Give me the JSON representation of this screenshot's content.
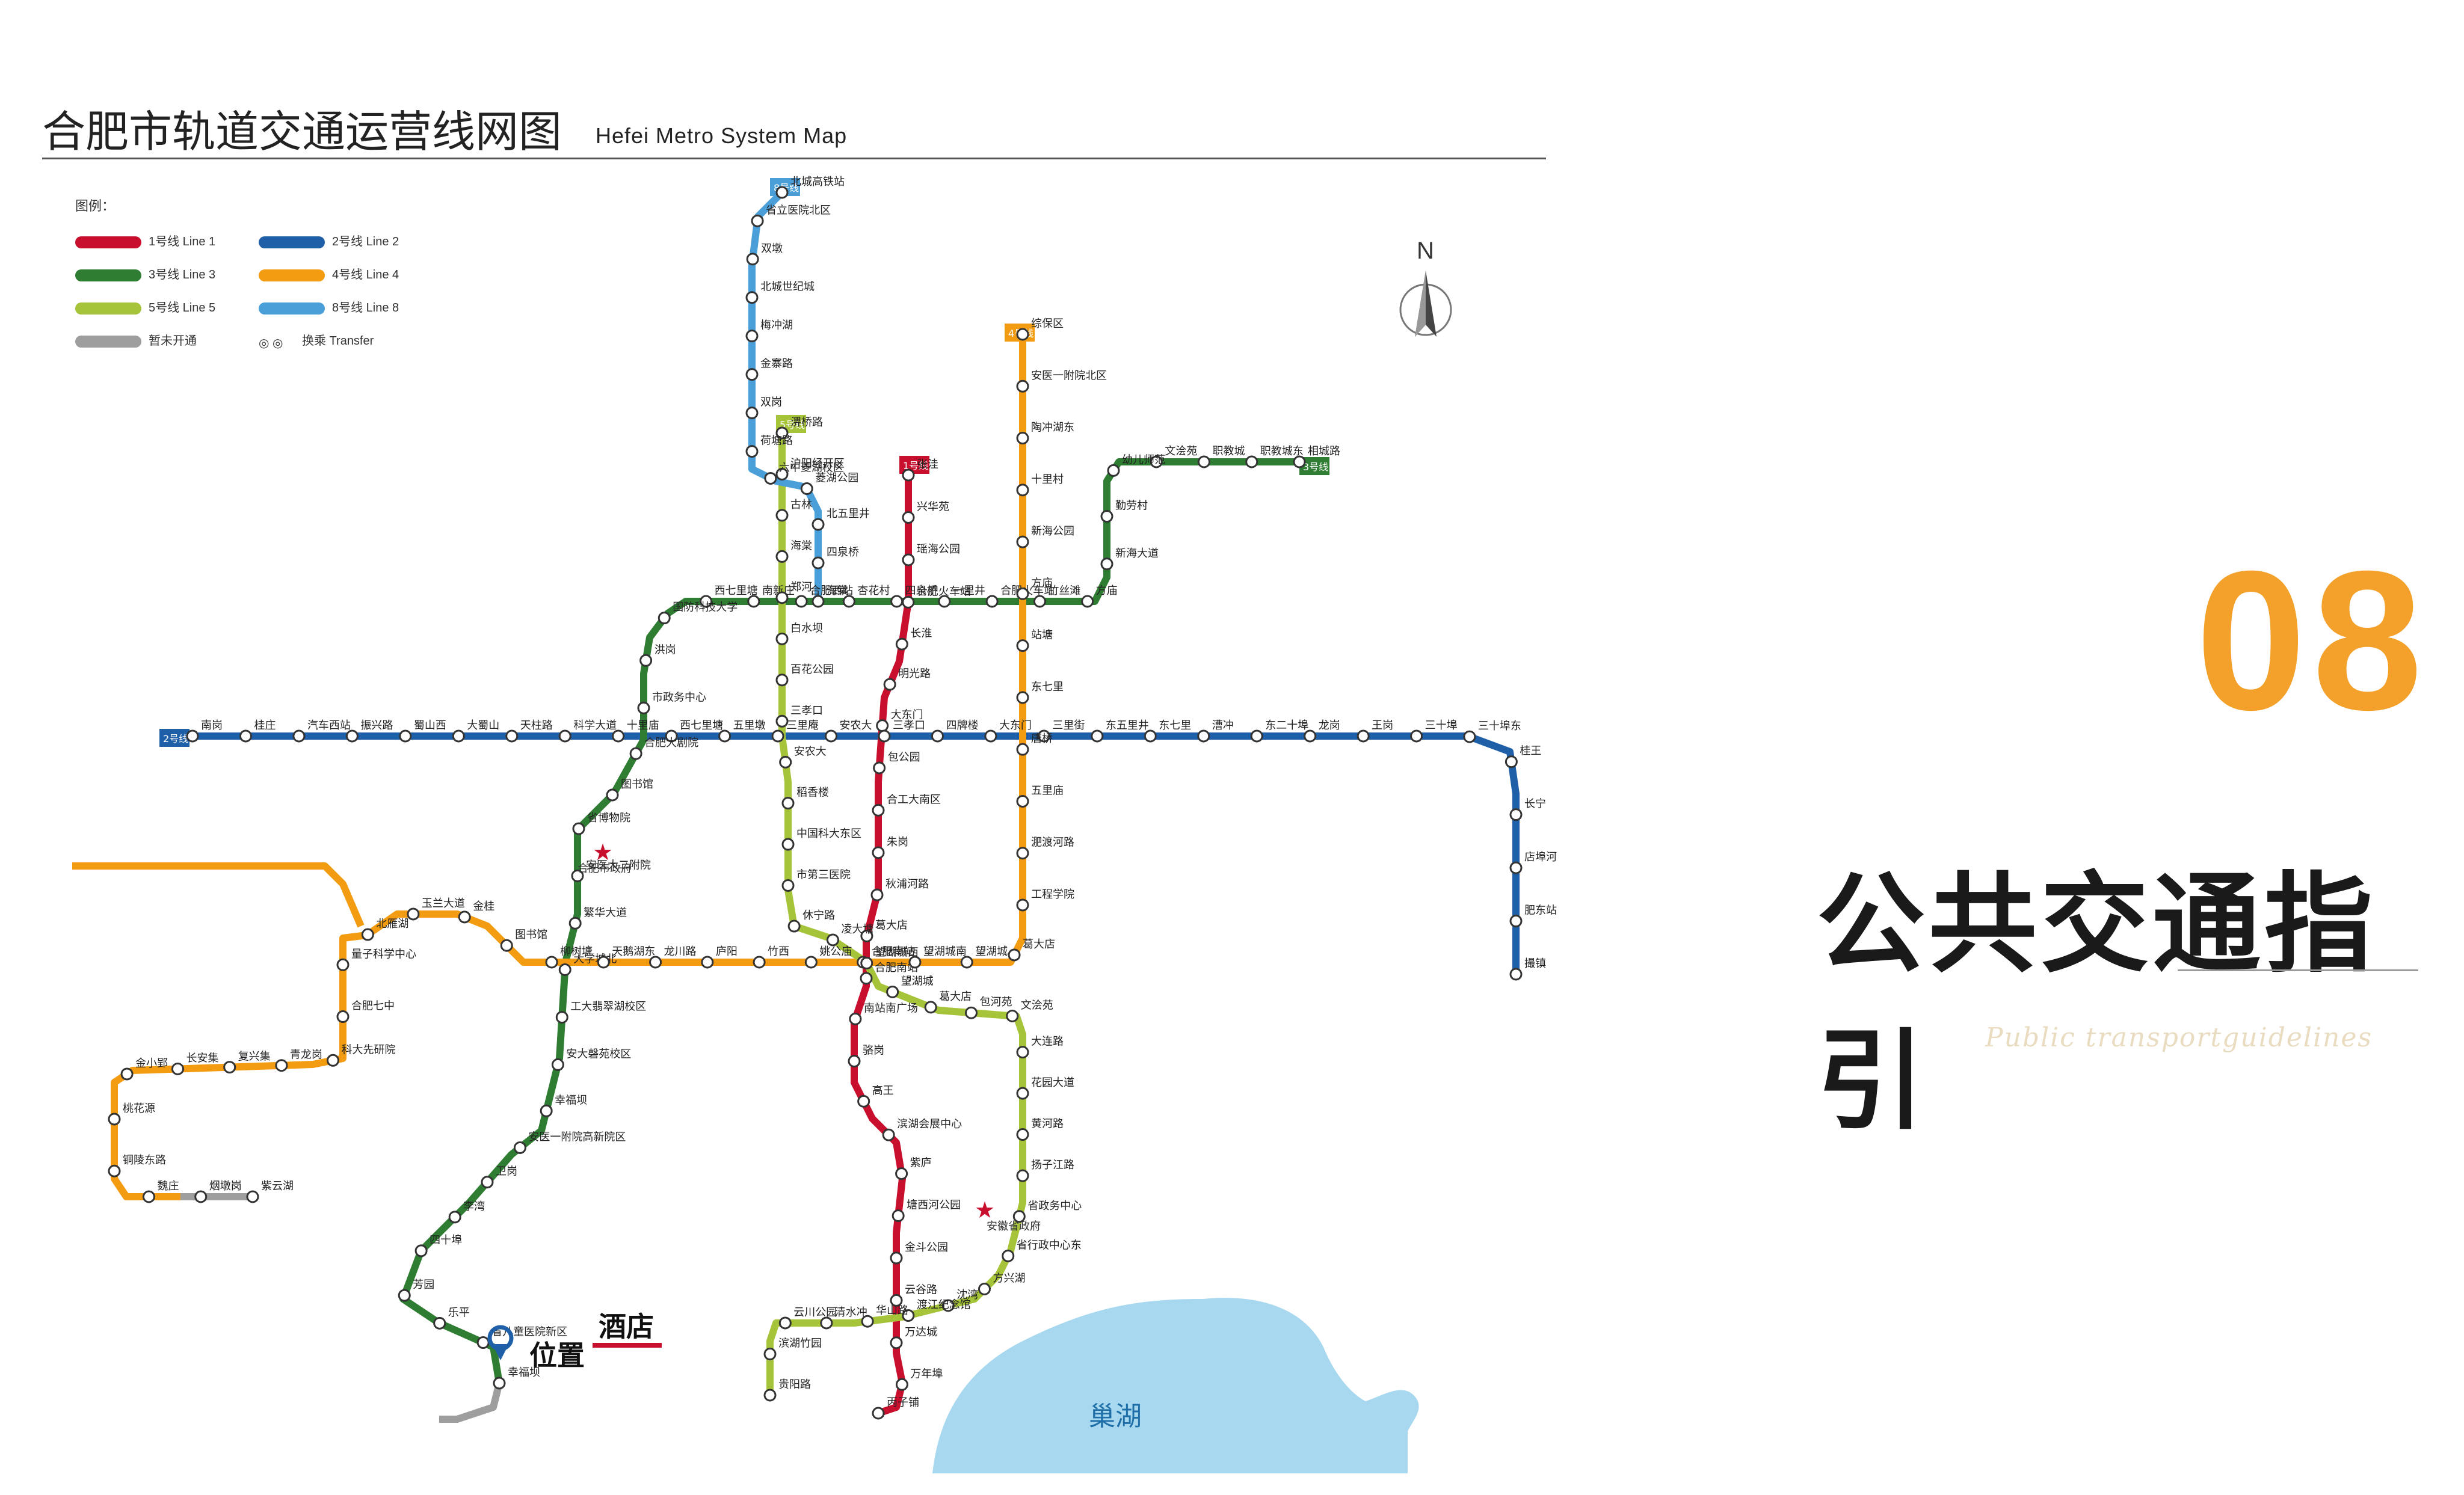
{
  "header": {
    "title_cn": "合肥市轨道交通运营线网图",
    "title_en": "Hefei Metro System Map"
  },
  "section": {
    "number": "08",
    "title": "公共交通指引",
    "subtitle": "Public transportguidelines"
  },
  "compass": {
    "label": "N"
  },
  "legend": {
    "title": "图例：",
    "items": [
      {
        "label": "1号线 Line 1",
        "color": "#c8102e"
      },
      {
        "label": "2号线 Line 2",
        "color": "#1f5fa8"
      },
      {
        "label": "3号线 Line 3",
        "color": "#2e7d32"
      },
      {
        "label": "4号线 Line 4",
        "color": "#f39c12"
      },
      {
        "label": "5号线 Line 5",
        "color": "#a6c43a"
      },
      {
        "label": "8号线 Line 8",
        "color": "#4a9fd8"
      },
      {
        "label": "暂未开通",
        "color": "#9e9e9e"
      },
      {
        "label": "换乘 Transfer",
        "color": "#333333"
      }
    ]
  },
  "lines": [
    {
      "id": "1",
      "badge": "1号线",
      "color": "#c8102e",
      "stations": [
        "张洼",
        "兴华苑",
        "瑶海公园",
        "合肥火车站",
        "长淮",
        "明光路",
        "大东门",
        "包公园",
        "合工大南区",
        "朱岗",
        "秋浦河路",
        "葛大店",
        "合肥南站",
        "南站南广场",
        "骆岗",
        "高王",
        "滨湖会展中心",
        "紫庐",
        "塘西河公园",
        "金斗公园",
        "云谷路",
        "万达城",
        "万年埠",
        "丙子铺"
      ]
    },
    {
      "id": "2",
      "badge": "2号线",
      "color": "#1f5fa8",
      "stations": [
        "南岗",
        "桂庄",
        "汽车西站",
        "振兴路",
        "蜀山西",
        "大蜀山",
        "天柱路",
        "科学大道",
        "十里庙",
        "西七里塘",
        "五里墩",
        "三里庵",
        "安农大",
        "三孝口",
        "四牌楼",
        "大东门",
        "三里街",
        "东五里井",
        "东七里",
        "漕冲",
        "东二十埠",
        "龙岗",
        "王岗",
        "三十埠",
        "三十埠东",
        "桂王",
        "长宁",
        "店埠河",
        "肥东站",
        "撮镇"
      ]
    },
    {
      "id": "3",
      "badge": "3号线",
      "color": "#2e7d32",
      "stations": [
        "相城路",
        "职教城东",
        "职教城",
        "文浍苑",
        "幼儿师范",
        "勤劳村",
        "新海大道",
        "方庙",
        "竹丝滩",
        "合肥火车站",
        "一里井",
        "四泉桥",
        "杏花村",
        "合肥西站",
        "南新庄",
        "西七里塘",
        "国防科技大学",
        "洪岗",
        "市政务中心",
        "合肥大剧院",
        "图书馆",
        "省博物院",
        "安医大二附院",
        "繁华大道",
        "大学城北",
        "工大翡翠湖校区",
        "安大磬苑校区",
        "幸福坝",
        "安医一附院高新院区",
        "卫岗",
        "李湾",
        "四十埠",
        "芳园",
        "乐平",
        "省儿童医院新区",
        "幸福坝"
      ]
    },
    {
      "id": "4",
      "badge": "4号线",
      "color": "#f39c12",
      "stations": [
        "综保区",
        "安医一附院北区",
        "陶冲湖东",
        "十里村",
        "新海公园",
        "方庙",
        "站塘",
        "东七里",
        "唐桥",
        "五里庙",
        "淝渡河路",
        "工程学院",
        "葛大店",
        "望湖城",
        "望湖城南",
        "合肥南站",
        "姚公庙",
        "竹西",
        "庐阳",
        "龙川路",
        "天鹅湖东",
        "柳树塘",
        "图书馆",
        "金桂",
        "玉兰大道",
        "北雁湖",
        "量子科学中心",
        "合肥七中",
        "科大先研院",
        "青龙岗",
        "复兴集",
        "长安集",
        "金小郢",
        "桃花源",
        "铜陵东路",
        "魏庄",
        "烟墩岗",
        "紫云湖"
      ]
    },
    {
      "id": "5",
      "badge": "5号线",
      "color": "#a6c43a",
      "stations": [
        "淠桥路",
        "沪阳经开区",
        "古林",
        "海棠",
        "郑河",
        "白水坝",
        "百花公园",
        "三孝口",
        "安农大",
        "稻香楼",
        "中国科大东区",
        "市第三医院",
        "休宁路",
        "凌大塘",
        "望湖城西",
        "望湖城",
        "葛大店",
        "包河苑",
        "文浍苑",
        "大连路",
        "花园大道",
        "黄河路",
        "扬子江路",
        "省政务中心",
        "省行政中心东",
        "方兴湖",
        "沈湾",
        "渡江纪念馆",
        "华山路",
        "清水冲",
        "云川公园",
        "滨湖竹园",
        "贵阳路"
      ]
    },
    {
      "id": "8",
      "badge": "8号线",
      "color": "#4a9fd8",
      "stations": [
        "北城高铁站",
        "省立医院北区",
        "双墩",
        "北城世纪城",
        "梅冲湖",
        "金寨路",
        "双岗",
        "荷塘路",
        "六中菱湖校区",
        "菱湖公园",
        "北五里井",
        "四泉桥",
        "海棠"
      ]
    }
  ],
  "landmarks": {
    "you_are_here": "位置",
    "hotel": "酒店",
    "lake": "巢湖",
    "city_gov": "合肥市政府",
    "prov_gov": "安徽省政府"
  },
  "map_colors": {
    "lake": "#a8d8ef",
    "background": "#ffffff"
  }
}
